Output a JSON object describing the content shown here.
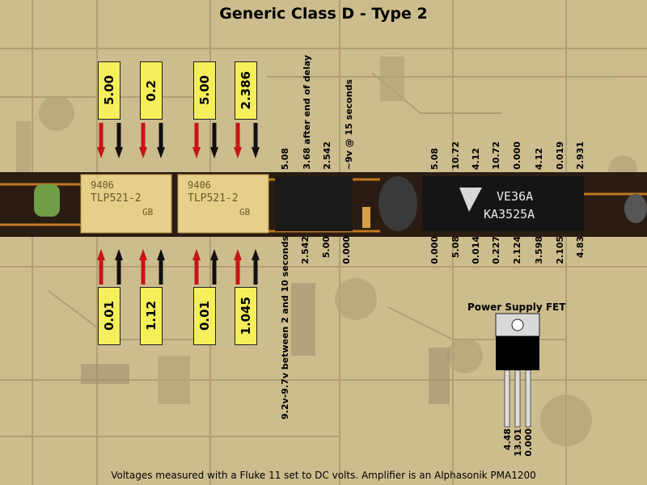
{
  "title": "Generic Class D - Type 2",
  "caption": "Voltages measured with a Fluke 11 set to DC volts. Amplifier is an Alphasonik PMA1200",
  "optocouplers": [
    {
      "marking_top": "9406",
      "marking_mid": "TLP521-2",
      "marking_bot": "GB"
    },
    {
      "marking_top": "9406",
      "marking_mid": "TLP521-2",
      "marking_bot": "GB"
    }
  ],
  "probe_readings_top": [
    "5.00",
    "0.2",
    "5.00",
    "2.386"
  ],
  "probe_readings_bottom": [
    "0.01",
    "1.12",
    "0.01",
    "1.045"
  ],
  "ic8_top_pins": [
    "5.08",
    "3.68 after end of delay",
    "2.542",
    "~9v @ 15 seconds"
  ],
  "ic8_bottom_pins": [
    "9.2v-9.7v between 2 and 10 seconds",
    "2.542",
    "5.00",
    "0.000"
  ],
  "ic16_top_pins": [
    "5.08",
    "10.72",
    "4.12",
    "10.72",
    "0.000",
    "4.12",
    "0.019",
    "2.931"
  ],
  "ic16_bottom_pins": [
    "0.000",
    "5.08",
    "0.014",
    "0.227",
    "2.124",
    "3.598",
    "2.105",
    "4.83"
  ],
  "ic16_marking": {
    "line1": "VE36A",
    "line2": "KA3525A"
  },
  "fet": {
    "title": "Power Supply FET",
    "pins": [
      "4.48",
      "13.01",
      "0.000"
    ]
  },
  "colors": {
    "probe_fill": "#f4ef5a",
    "lead_red": "#c81414",
    "lead_black": "#111111",
    "band": "#2a1c12"
  }
}
